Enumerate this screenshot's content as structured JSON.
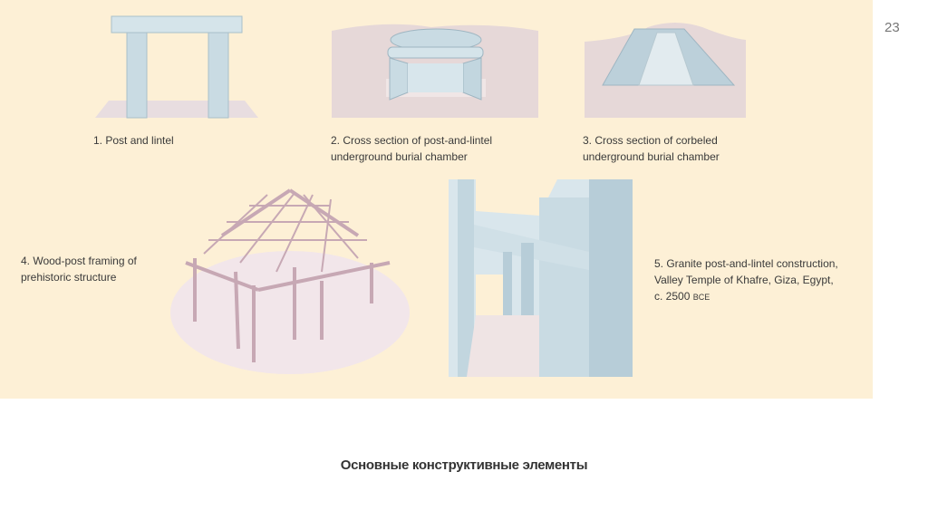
{
  "page_number": "23",
  "title": "Основные конструктивные элементы",
  "figures": [
    {
      "lines": [
        "1. Post and lintel"
      ]
    },
    {
      "lines": [
        "2. Cross section of post-and-lintel",
        "underground burial chamber"
      ]
    },
    {
      "lines": [
        "3. Cross section of corbeled",
        "underground burial chamber"
      ]
    },
    {
      "lines": [
        "4. Wood-post framing of",
        "prehistoric structure"
      ]
    },
    {
      "lines": [
        "5. Granite post-and-lintel construction,",
        "Valley Temple of Khafre, Giza, Egypt,"
      ],
      "date_prefix": "c. 2500 ",
      "era": "BCE"
    }
  ],
  "colors": {
    "panel": "#fdf0d6",
    "stone": "#c9dbe3",
    "earth": "#e6d8d8"
  }
}
